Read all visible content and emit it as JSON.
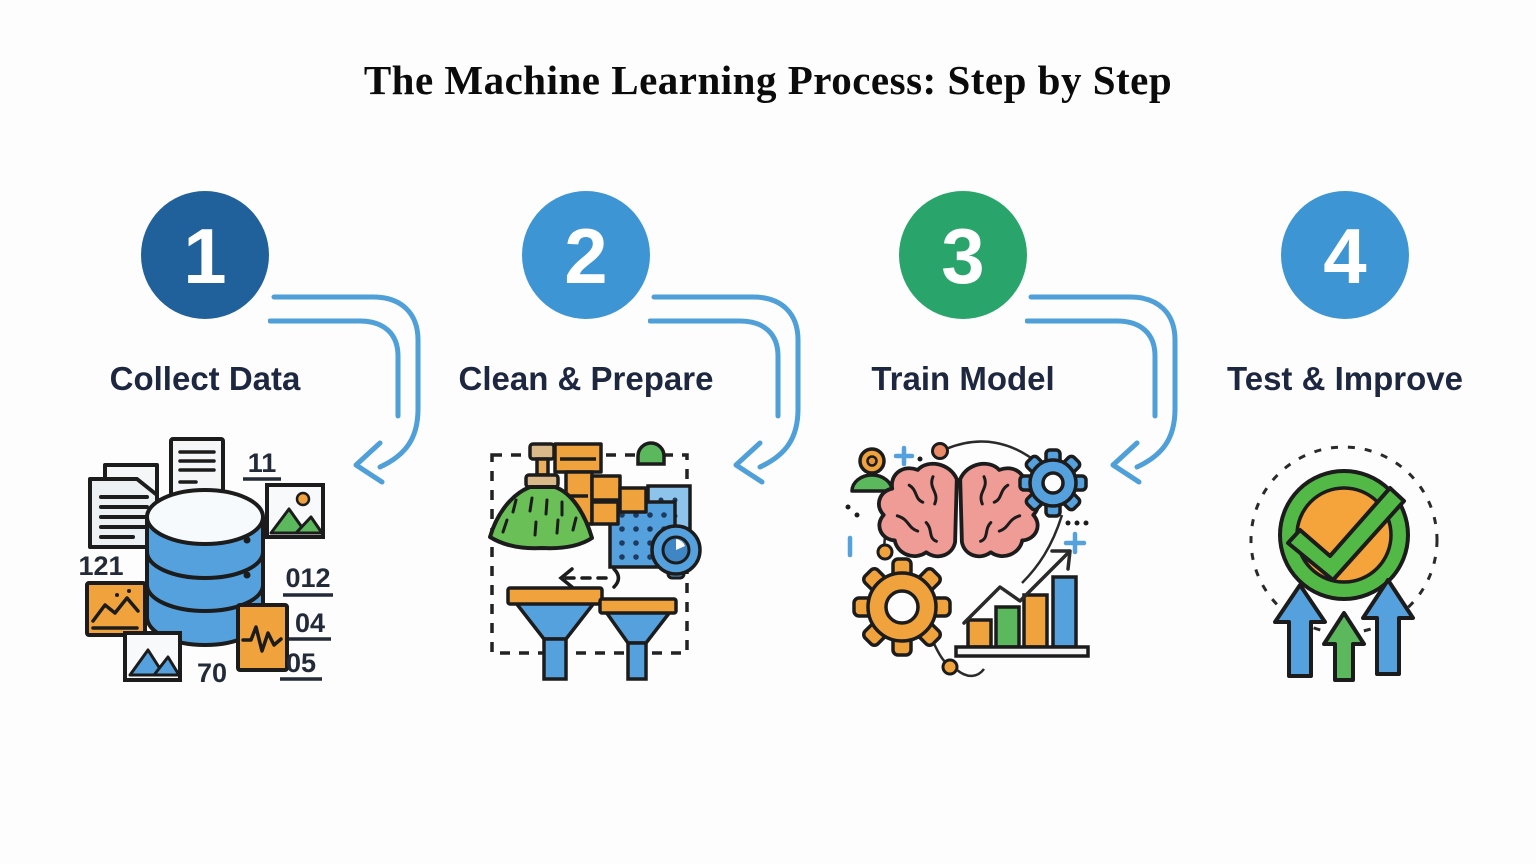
{
  "header": {
    "title": "The Machine Learning Process: Step by Step"
  },
  "steps": [
    {
      "number": "1",
      "label": "Collect Data",
      "circle_color": "#20609b",
      "icon": "database-documents-icon"
    },
    {
      "number": "2",
      "label": "Clean & Prepare",
      "circle_color": "#3e95d4",
      "icon": "brush-funnels-icon"
    },
    {
      "number": "3",
      "label": "Train Model",
      "circle_color": "#29a56b",
      "icon": "brain-gears-chart-icon"
    },
    {
      "number": "4",
      "label": "Test & Improve",
      "circle_color": "#3e95d4",
      "icon": "checkmark-arrows-icon"
    }
  ],
  "connectors": {
    "color": "#4f9fd8",
    "count": 3
  },
  "illustrations": {
    "collect_data": {
      "numbers": [
        "11",
        "121",
        "012",
        "04",
        "05",
        "70"
      ]
    }
  },
  "colors": {
    "background": "#fdfdfd",
    "title_text": "#0b0b0b",
    "label_text": "#1d2740",
    "outline": "#1c1c1c",
    "icon_blue": "#54a1dd",
    "icon_light_blue": "#8ec4ec",
    "icon_orange": "#f0a23c",
    "icon_green": "#5cb85c",
    "brain_pink": "#ef9b96",
    "check_green": "#53b946",
    "tan": "#d9b98a"
  }
}
